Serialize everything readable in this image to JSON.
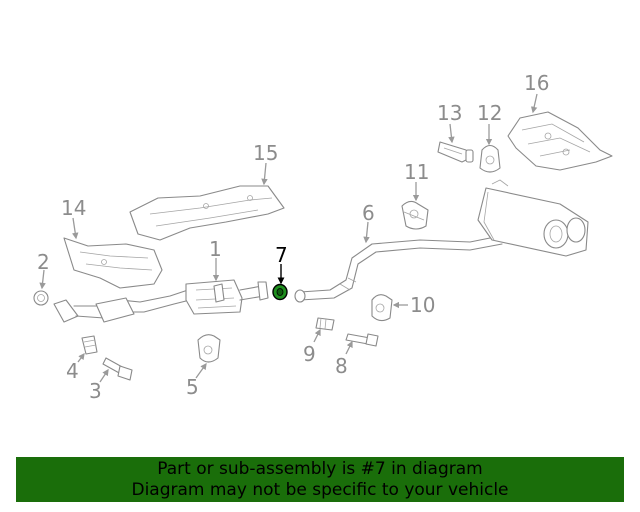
{
  "callouts": [
    "1",
    "2",
    "3",
    "4",
    "5",
    "6",
    "7",
    "8",
    "9",
    "10",
    "11",
    "12",
    "13",
    "14",
    "15",
    "16"
  ],
  "highlighted_callout": "7",
  "colors": {
    "banner_bg": "#1a6e0a",
    "highlight_part": "#1e8f1e",
    "line_art": "#8a8a8a"
  },
  "banner": {
    "line1": "Part or sub-assembly is #7 in diagram",
    "line2": "Diagram may not be specific to your vehicle"
  }
}
